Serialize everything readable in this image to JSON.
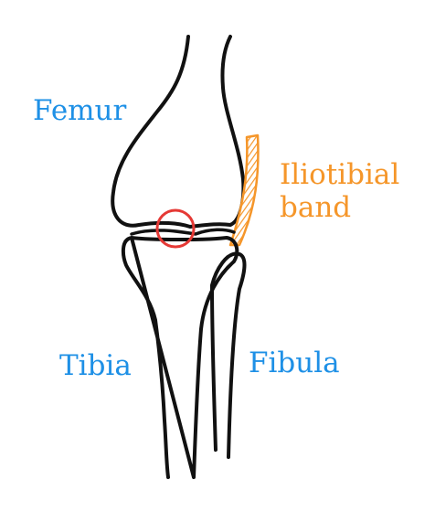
{
  "labels": {
    "femur": "Femur",
    "iliotibial_band_line1": "Iliotibial",
    "iliotibial_band_line2": "band",
    "tibia": "Tibia",
    "fibula": "Fibula"
  },
  "colors": {
    "bone_label": "#1e90e6",
    "band_label": "#f5962a",
    "highlight_circle": "#e53935",
    "outline": "#111111",
    "background": "#ffffff"
  }
}
